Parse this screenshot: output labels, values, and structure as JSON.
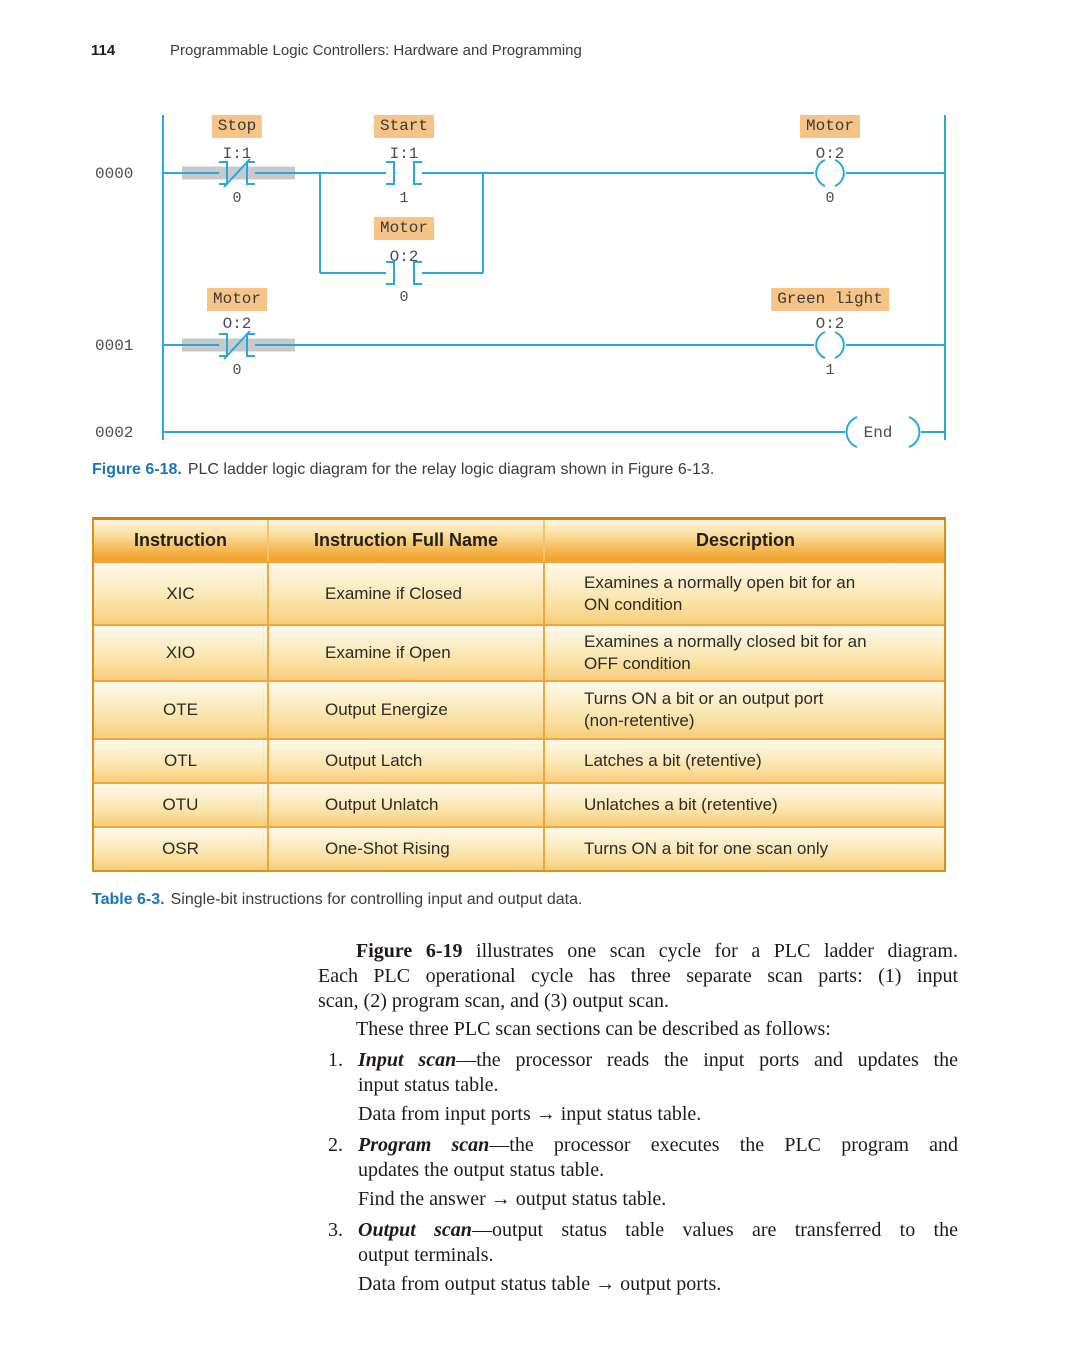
{
  "page_header": {
    "page_number": "114",
    "running_title": "Programmable Logic Controllers: Hardware and Programming"
  },
  "ladder_diagram": {
    "rung_numbers": [
      "0000",
      "0001",
      "0002"
    ],
    "stop_contact": {
      "label": "Stop",
      "address": "I:1",
      "bit": "0"
    },
    "start_contact": {
      "label": "Start",
      "address": "I:1",
      "bit": "1"
    },
    "motor_branch_contact": {
      "label": "Motor",
      "address": "O:2",
      "bit": "0"
    },
    "motor_coil": {
      "label": "Motor",
      "address": "O:2",
      "bit": "0"
    },
    "motor_nc_contact": {
      "label": "Motor",
      "address": "O:2",
      "bit": "0"
    },
    "green_light_coil": {
      "label": "Green light",
      "address": "O:2",
      "bit": "1"
    },
    "end_label": "End",
    "colors": {
      "wire_blue": "#29A8E0",
      "label_background": "#F6C486",
      "highlight_gray": "#C8C9CB"
    }
  },
  "figure_caption": {
    "label": "Figure 6-18.",
    "text": "PLC ladder logic diagram for the relay logic diagram shown in Figure 6-13."
  },
  "instruction_table": {
    "headers": [
      "Instruction",
      "Instruction Full Name",
      "Description"
    ],
    "rows": [
      {
        "instruction": "XIC",
        "full_name": "Examine if Closed",
        "description": "Examines a normally open bit for an\nON condition"
      },
      {
        "instruction": "XIO",
        "full_name": "Examine if Open",
        "description": "Examines a normally closed bit for an\nOFF condition"
      },
      {
        "instruction": "OTE",
        "full_name": "Output Energize",
        "description": "Turns ON a bit or an output port\n(non-retentive)"
      },
      {
        "instruction": "OTL",
        "full_name": "Output Latch",
        "description": "Latches a bit (retentive)"
      },
      {
        "instruction": "OTU",
        "full_name": "Output Unlatch",
        "description": "Unlatches a bit (retentive)"
      },
      {
        "instruction": "OSR",
        "full_name": "One-Shot Rising",
        "description": "Turns ON a bit for one scan only"
      }
    ]
  },
  "table_caption": {
    "label": "Table 6-3.",
    "text": "Single-bit instructions for controlling input and output data."
  },
  "body_text": {
    "paragraph1": {
      "lead": "Figure 6-19",
      "line1_rest": " illustrates one scan cycle for a PLC ladder diagram.",
      "line2": "Each PLC operational cycle has three separate scan parts: (1) input",
      "line3": "scan, (2) program scan, and (3) output scan."
    },
    "paragraph2": "These three PLC scan sections can be described as follows:",
    "scan_list": [
      {
        "number": "1.",
        "lead": "Input scan",
        "line1_rest": "—the processor reads the input ports and updates the",
        "line2": "input status table.",
        "note": "Data from input ports → input status table."
      },
      {
        "number": "2.",
        "lead": "Program scan",
        "line1_rest": "—the processor executes the PLC program and",
        "line2": "updates the output status table.",
        "note": "Find the answer → output status table."
      },
      {
        "number": "3.",
        "lead": "Output scan",
        "line1_rest": "—output status table values are transferred to the",
        "line2": "output terminals.",
        "note": "Data from output status table → output ports."
      }
    ]
  }
}
